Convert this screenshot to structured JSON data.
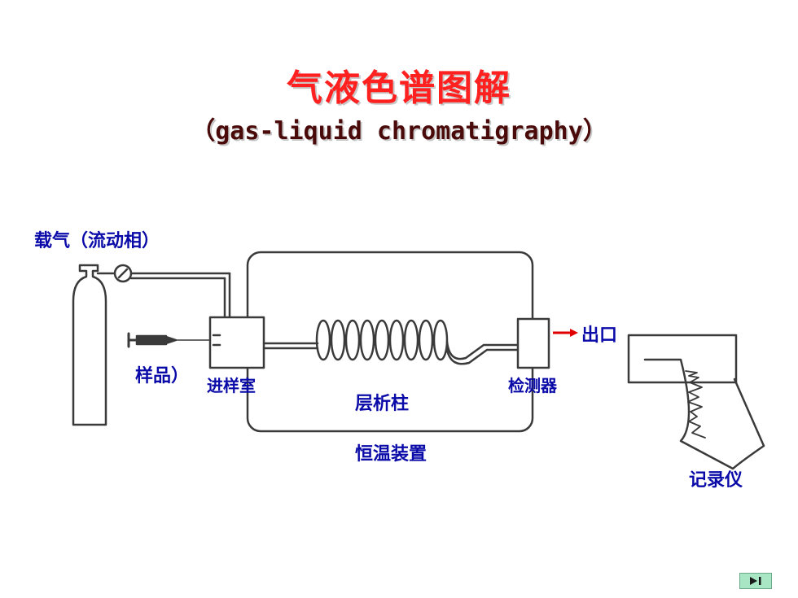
{
  "slide": {
    "title": "气液色谱图解",
    "subtitle": "（gas-liquid chromatigraphy）"
  },
  "labels": {
    "carrier_gas": "载气（流动相）",
    "sample": "样品）",
    "injection_chamber": "进样室",
    "column": "层析柱",
    "detector": "检测器",
    "outlet": "出口",
    "thermostat": "恒温装置",
    "recorder": "记录仪"
  },
  "colors": {
    "title": "#ff2020",
    "label": "#0a0aa8",
    "arrow": "#e00000"
  },
  "nav": {
    "next_icon": "play-next-icon"
  }
}
